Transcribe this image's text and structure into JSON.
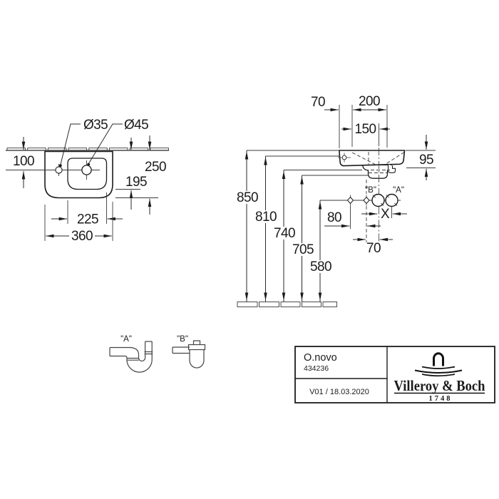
{
  "plan_view": {
    "tap_hole_dia": "Ø35",
    "drain_hole_dia": "Ø45",
    "tap_from_wall": "100",
    "overall_depth": "250",
    "bowl_depth": "195",
    "bowl_width": "225",
    "overall_width": "360"
  },
  "elevation_view": {
    "tap_offset": "70",
    "connection_width": "200",
    "drain_offset": "150",
    "rim_body_height": "95",
    "rim_height": "850",
    "fixing_height": "810",
    "underside_height": "740",
    "trap_height": "705",
    "connection_height": "580",
    "supply_spacing": "80",
    "outlet_spacing": "X",
    "drain_spacing": "70",
    "outlet_b_label": "\"B\"",
    "outlet_a_label": "\"A\""
  },
  "trap_details": {
    "trap_a_label": "\"A\"",
    "trap_b_label": "\"B\""
  },
  "title_block": {
    "product_name": "O.novo",
    "article_number": "434236",
    "version_date": "V01 / 18.03.2020",
    "brand_name": "Villeroy & Boch",
    "brand_year": "1748"
  }
}
